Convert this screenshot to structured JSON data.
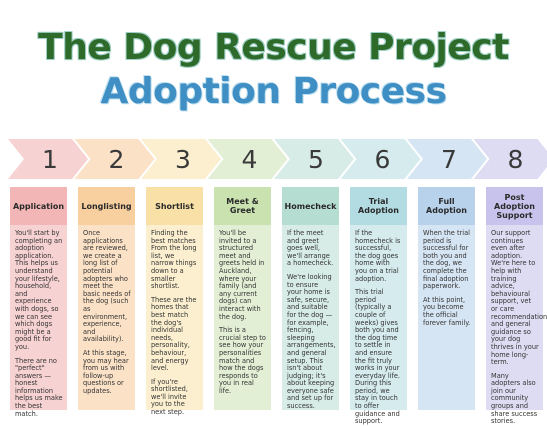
{
  "title": "The Dog Rescue Project",
  "subtitle": "Adoption Process",
  "steps": [
    {
      "num": "1",
      "color": "#f7d2d2",
      "head_color": "#f2b6b6",
      "title": "Application",
      "paragraphs": [
        "You'll start by completing an adoption application. This helps us understand your lifestyle, household, and experience with dogs, so we can see which dogs might be a good fit for you.",
        "There are no \"perfect\" answers — honest information helps us make the best match."
      ]
    },
    {
      "num": "2",
      "color": "#fbe2c7",
      "head_color": "#f8cf9f",
      "title": "Longlisting",
      "paragraphs": [
        "Once applications are reviewed, we create a long list of potential adopters who meet the basic needs of the dog (such as environment, experience, and availability).",
        "At this stage, you may hear from us with follow-up questions or updates."
      ]
    },
    {
      "num": "3",
      "color": "#fbefcf",
      "head_color": "#f8e0a6",
      "title": "Shortlist",
      "paragraphs": [
        "Finding the best matches From the long list, we narrow things down to a smaller shortlist.",
        "These are the homes that best match the dog's individual needs, personality, behaviour, and energy level.",
        "If you're shortlisted, we'll invite you to the next step."
      ]
    },
    {
      "num": "4",
      "color": "#e3efd5",
      "head_color": "#c9e2b0",
      "title": "Meet & Greet",
      "paragraphs": [
        "You'll be invited to a structured meet and greets held in Auckland, where your family (and any current dogs) can interact with the dog.",
        "This is a crucial step to see how your personalities match and how the dogs responds to you in real life."
      ]
    },
    {
      "num": "5",
      "color": "#d7ece6",
      "head_color": "#b6ddd2",
      "title": "Homecheck",
      "paragraphs": [
        "If the meet and greet goes well, we'll arrange a homecheck.",
        "We're looking to ensure your home is safe, secure, and suitable for the dog — for example, fencing, sleeping arrangements, and general setup. This isn't about judging; it's about keeping everyone safe and set up for success."
      ]
    },
    {
      "num": "6",
      "color": "#d5ebee",
      "head_color": "#b2dce2",
      "title": "Trial Adoption",
      "paragraphs": [
        "If the homecheck is successful, the dog goes home with you on a trial adoption.",
        "This trial period (typically a couple of weeks) gives both you and the dog time to settle in and ensure the fit truly works in your everyday life. During this period, we stay in touch to offer guidance and support."
      ]
    },
    {
      "num": "7",
      "color": "#d6e5f3",
      "head_color": "#b8d2ec",
      "title": "Full Adoption",
      "paragraphs": [
        "When the trial period is successful for both you and the dog, we complete the final adoption paperwork.",
        "At this point, you become the official forever family."
      ]
    },
    {
      "num": "8",
      "color": "#dedcf3",
      "head_color": "#c7c3ec",
      "title": "Post Adoption Support",
      "paragraphs": [
        "Our support continues even after adoption. We're here to help with training advice, behavioural support, vet or care recommendations, and general guidance so your dog thrives in your home long-term.",
        "Many adopters also join our community groups and share success stories."
      ]
    }
  ]
}
